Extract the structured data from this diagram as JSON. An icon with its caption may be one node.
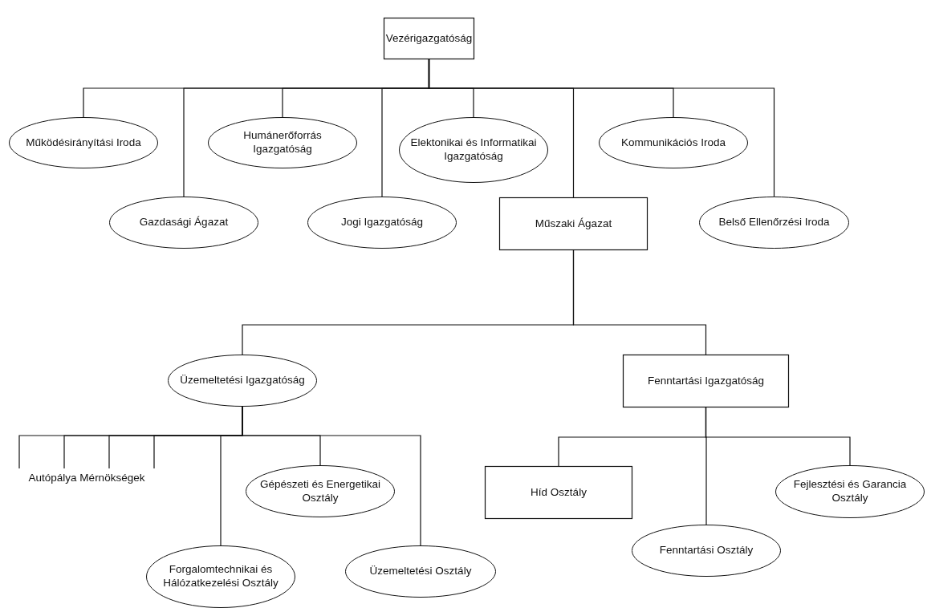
{
  "diagram": {
    "nodes": [
      {
        "text": [
          "Vezérigazgatóság"
        ]
      },
      {
        "text": [
          "Működésirányítási Iroda"
        ]
      },
      {
        "text": [
          "Gazdasági Ágazat"
        ]
      },
      {
        "text": [
          "Humánerőforrás Igazgatóság"
        ]
      },
      {
        "text": [
          "Jogi Igazgatóság"
        ]
      },
      {
        "text": [
          "Elektonikai és Informatikai Igazgatóság"
        ]
      },
      {
        "text": [
          "Műszaki Ágazat"
        ]
      },
      {
        "text": [
          "Kommunikációs Iroda"
        ]
      },
      {
        "text": [
          "Belső Ellenőrzési Iroda"
        ]
      },
      {
        "text": [
          "Üzemeltetési Igazgatóság"
        ]
      },
      {
        "text": [
          "Fenntartási Igazgatóság"
        ]
      },
      {
        "text": [
          "Autópálya Mérnökségek"
        ]
      },
      {
        "text": [
          "Gépészeti és Energetikai Osztály"
        ]
      },
      {
        "text": [
          "Forgalomtechnikai és Hálózatkezelési Osztály"
        ]
      },
      {
        "text": [
          "Üzemeltetési Osztály"
        ]
      },
      {
        "text": [
          "Híd Osztály"
        ]
      },
      {
        "text": [
          "Fejlesztési és Garancia Osztály"
        ]
      },
      {
        "text": [
          "Fenntartási Osztály"
        ]
      }
    ],
    "edges": [
      {
        "from": 0,
        "to": 1,
        "arrow": "none"
      },
      {
        "from": 0,
        "to": 2,
        "arrow": "none"
      },
      {
        "from": 0,
        "to": 3,
        "arrow": "none"
      },
      {
        "from": 0,
        "to": 4,
        "arrow": "none"
      },
      {
        "from": 0,
        "to": 5,
        "arrow": "none"
      },
      {
        "from": 0,
        "to": 6,
        "arrow": "none"
      },
      {
        "from": 0,
        "to": 7,
        "arrow": "none"
      },
      {
        "from": 0,
        "to": 8,
        "arrow": "none"
      },
      {
        "from": 6,
        "to": 9,
        "arrow": "none"
      },
      {
        "from": 6,
        "to": 10,
        "arrow": "none"
      },
      {
        "from": 9,
        "to": 11,
        "arrow": "none"
      },
      {
        "from": 9,
        "to": 11,
        "arrow": "none"
      },
      {
        "from": 9,
        "to": 11,
        "arrow": "none"
      },
      {
        "from": 9,
        "to": 11,
        "arrow": "none"
      },
      {
        "from": 9,
        "to": 13,
        "arrow": "none"
      },
      {
        "from": 9,
        "to": 12,
        "arrow": "none"
      },
      {
        "from": 9,
        "to": 14,
        "arrow": "none"
      },
      {
        "from": 10,
        "to": 15,
        "arrow": "none"
      },
      {
        "from": 10,
        "to": 17,
        "arrow": "none"
      },
      {
        "from": 10,
        "to": 16,
        "arrow": "none"
      }
    ]
  }
}
